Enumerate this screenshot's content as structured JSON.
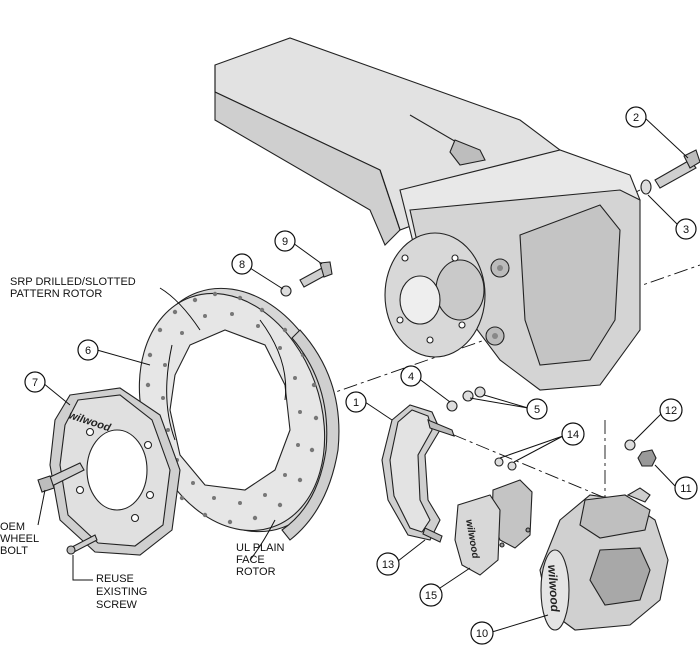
{
  "callouts": [
    "1",
    "2",
    "3",
    "4",
    "5",
    "6",
    "7",
    "8",
    "9",
    "10",
    "11",
    "12",
    "13",
    "14",
    "15"
  ],
  "labels": {
    "srp_rotor": [
      "SRP DRILLED/SLOTTED",
      "PATTERN ROTOR"
    ],
    "ul_rotor": [
      "UL PLAIN",
      "FACE",
      "ROTOR"
    ],
    "oem_bolt": [
      "OEM",
      "WHEEL",
      "BOLT"
    ],
    "reuse_screw": [
      "REUSE",
      "EXISTING",
      "SCREW"
    ]
  },
  "logo_text": "wilwood",
  "colors": {
    "part_fill": "#d9d9d9",
    "part_dark": "#b8b8b8",
    "line": "#111111",
    "background": "#ffffff"
  }
}
